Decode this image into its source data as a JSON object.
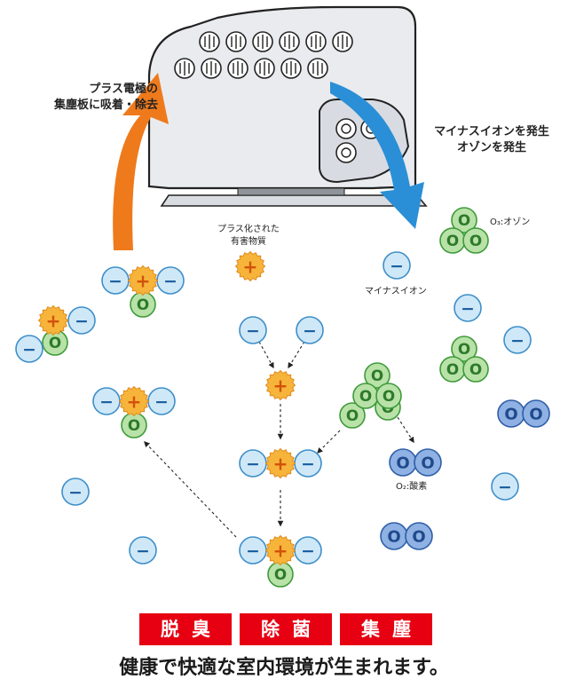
{
  "labels": {
    "plus_electrode": "プラス電極の\n集塵板に吸着・除去",
    "generate": "マイナスイオンを発生\nオゾンを発生",
    "ozone": "O₃:オゾン",
    "minus_ion": "マイナスイオン",
    "oxygen": "O₂:酸素",
    "harmful": "プラス化された\n有害物質"
  },
  "symbols": {
    "minus": "−",
    "plus": "+",
    "oxygen": "O"
  },
  "badges": [
    "脱臭",
    "除菌",
    "集塵"
  ],
  "footer": "健康で快適な室内環境が生まれます。",
  "colors": {
    "orange_arrow": "#ee7a1c",
    "blue_arrow": "#2a8fd6",
    "minus_ion": "#cfe8f8",
    "minus_stroke": "#3e8fc9",
    "plus_particle": "#f7b43a",
    "oxygen_atom": "#b8e2a8",
    "oxygen_stroke": "#3f9a3a",
    "o2_molecule": "#8fb1e3",
    "o2_stroke": "#2f5ea8",
    "badge_red": "#e60012"
  }
}
